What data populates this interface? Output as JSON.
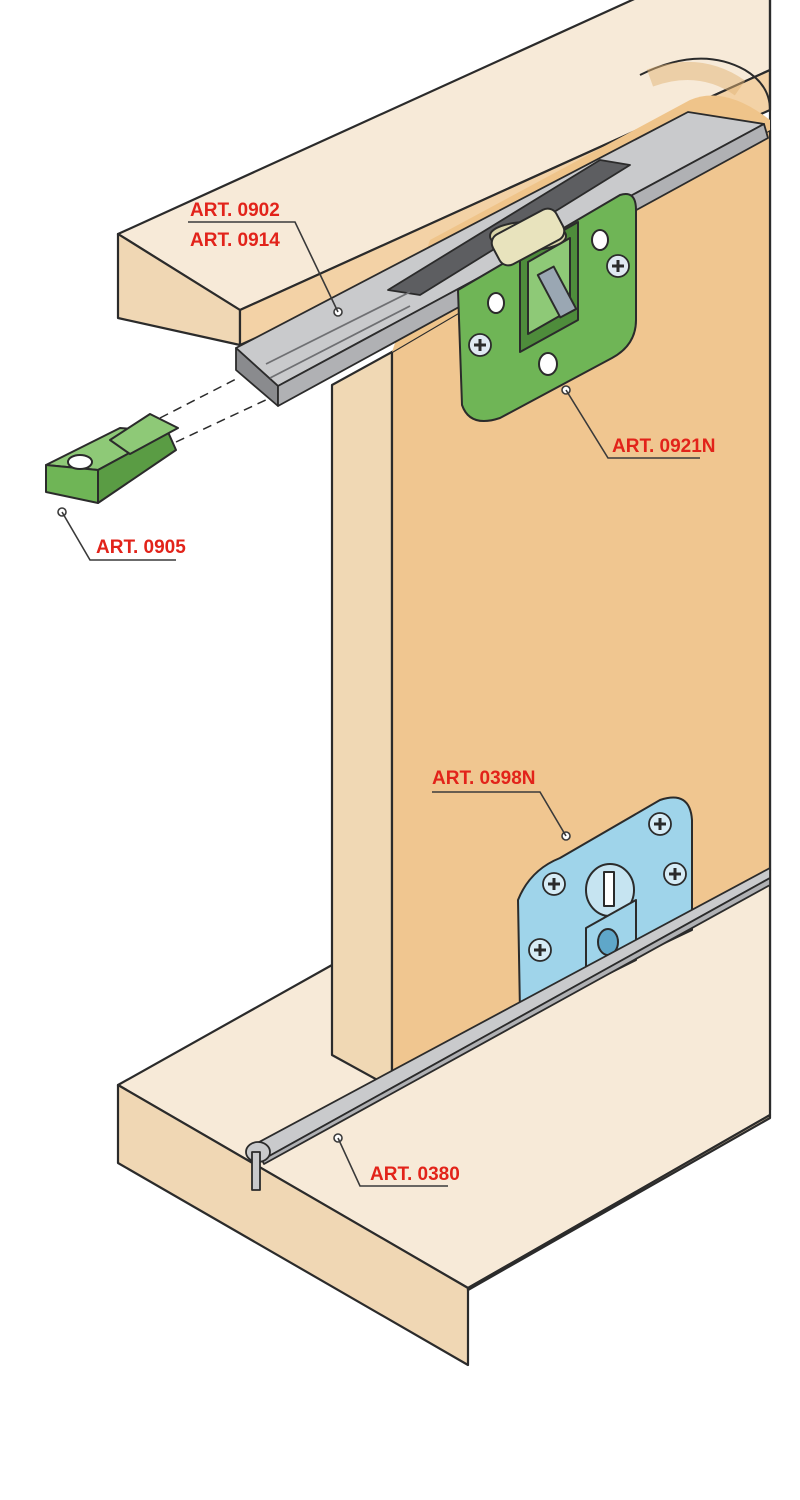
{
  "labels": {
    "art_0902": "ART. 0902",
    "art_0914": "ART. 0914",
    "art_0921n": "ART. 0921N",
    "art_0905": "ART. 0905",
    "art_0398n": "ART. 0398N",
    "art_0380": "ART. 0380"
  },
  "colors": {
    "label_text": "#e2231a",
    "outline": "#2b2b2b",
    "wood_light": "#f7ead8",
    "wood_front": "#f0d7b4",
    "door_face": "#f0c690",
    "door_edge": "#f0d8b4",
    "rail_metal": "#c9cacc",
    "rail_dark": "#8a8b8e",
    "green_part": "#6fb556",
    "blue_part": "#9fd4ea",
    "leader": "#3a3a3a"
  },
  "icons": {
    "screw": "cross-screw-icon"
  }
}
